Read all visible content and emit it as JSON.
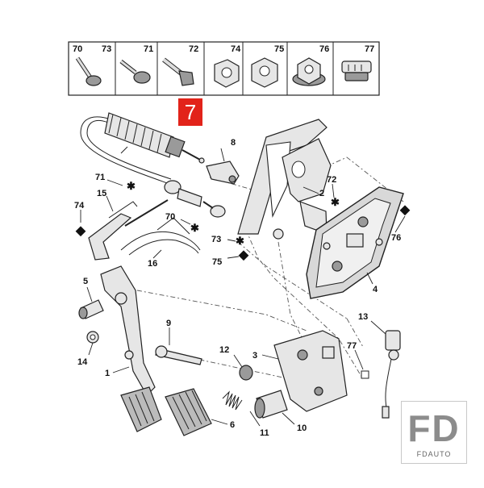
{
  "callout": "7",
  "hardware_strip": [
    "70",
    "73",
    "71",
    "72",
    "74",
    "75",
    "76",
    "77"
  ],
  "labels": {
    "l8": "8",
    "l71": "71",
    "l72": "72",
    "l2": "2",
    "l15": "15",
    "l74": "74",
    "l70": "70",
    "l73": "73",
    "l76": "76",
    "l75": "75",
    "l16": "16",
    "l4": "4",
    "l5": "5",
    "l13": "13",
    "l9": "9",
    "l12": "12",
    "l3": "3",
    "l77": "77",
    "l14": "14",
    "l1": "1",
    "l10": "10",
    "l11": "11",
    "l6": "6"
  },
  "logo": {
    "mark": "FD",
    "text": "FDAUTO"
  },
  "colors": {
    "callout_bg": "#e2231a",
    "line": "#222222",
    "logo_gray": "#8c8c8c"
  }
}
